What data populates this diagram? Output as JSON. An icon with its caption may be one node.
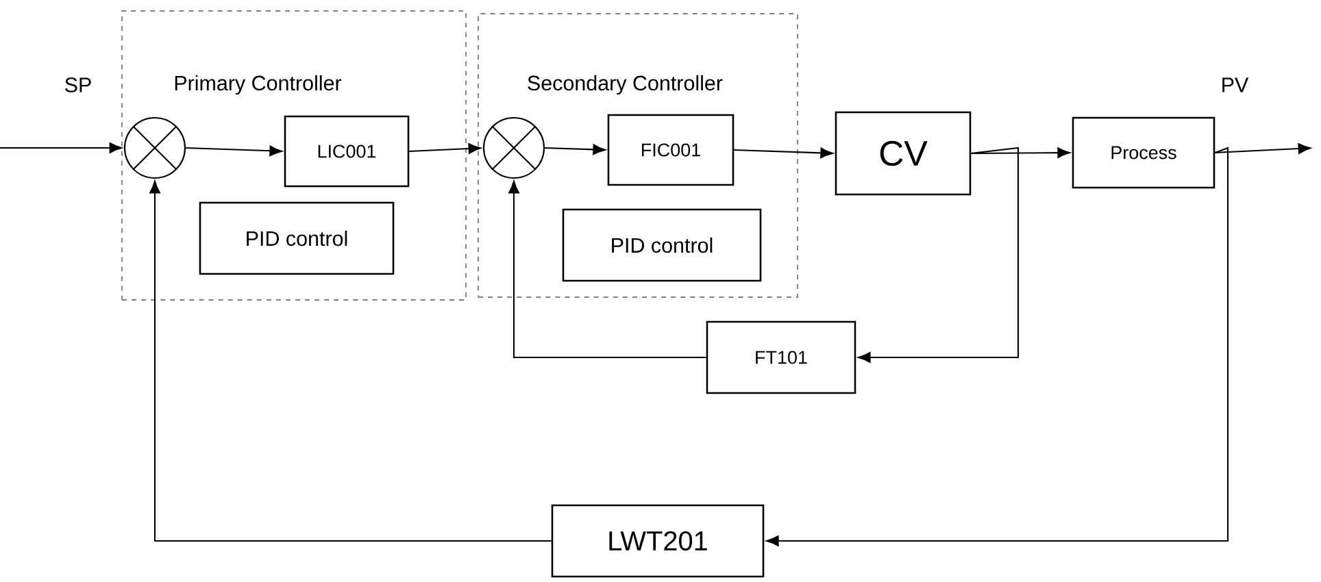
{
  "diagram": {
    "nodes": [
      {
        "text": [
          "Primary Controller"
        ]
      },
      {
        "text": [],
        "shape": "circle",
        "in": 0
      },
      {
        "text": [
          "LIC001"
        ],
        "in": 0
      },
      {
        "text": [
          "PID control"
        ],
        "in": 0
      },
      {
        "text": [
          "Secondary Controller"
        ]
      },
      {
        "text": [],
        "shape": "circle",
        "in": 4
      },
      {
        "text": [
          "FIC001"
        ],
        "in": 4
      },
      {
        "text": [
          "PID control"
        ],
        "in": 4
      },
      {
        "text": [
          "CV"
        ]
      },
      {
        "text": [
          "Process"
        ]
      },
      {
        "text": [
          "FT101"
        ]
      },
      {
        "text": [
          "LWT201"
        ]
      }
    ],
    "edges": [
      {
        "from": null,
        "to": 1,
        "arrow": "to",
        "label": "SP"
      },
      {
        "from": 1,
        "to": 2,
        "arrow": "to"
      },
      {
        "from": 2,
        "to": 5,
        "arrow": "to"
      },
      {
        "from": 5,
        "to": 6,
        "arrow": "to"
      },
      {
        "from": 6,
        "to": 8,
        "arrow": "to"
      },
      {
        "from": 8,
        "to": 9,
        "arrow": "to"
      },
      {
        "from": 8,
        "to": 10,
        "arrow": "to"
      },
      {
        "from": 10,
        "to": 5,
        "arrow": "to"
      },
      {
        "from": 9,
        "to": null,
        "arrow": "to",
        "label": "PV"
      },
      {
        "from": 9,
        "to": 11,
        "arrow": "to"
      },
      {
        "from": 11,
        "to": 1,
        "arrow": "to"
      }
    ]
  }
}
